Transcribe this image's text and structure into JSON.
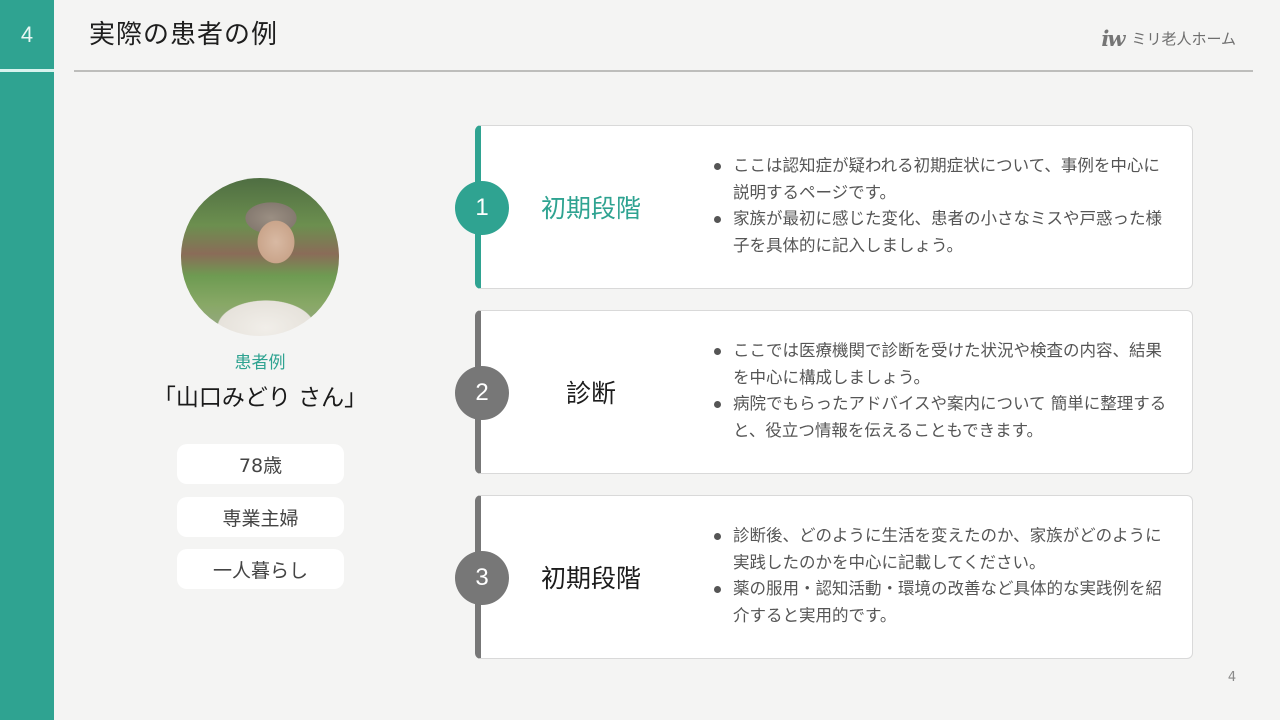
{
  "slide": {
    "section_number": "4",
    "title": "実際の患者の例",
    "page_number": "4"
  },
  "brand": {
    "logo_glyph": "iw",
    "name": "ミリ老人ホーム"
  },
  "patient": {
    "photo_icon": "patient-photo",
    "label": "患者例",
    "name": "「山口みどり さん」",
    "tags": [
      "78歳",
      "専業主婦",
      "一人暮らし"
    ]
  },
  "steps": [
    {
      "number": "1",
      "title": "初期段階",
      "active": true,
      "bullets": [
        "ここは認知症が疑われる初期症状について、事例を中心に説明するページです。",
        "家族が最初に感じた変化、患者の小さなミスや戸惑った様子を具体的に記入しましょう。"
      ]
    },
    {
      "number": "2",
      "title": "診断",
      "active": false,
      "bullets": [
        "ここでは医療機関で診断を受けた状況や検査の内容、結果を中心に構成しましょう。",
        "病院でもらったアドバイスや案内について 簡単に整理すると、役立つ情報を伝えることもできます。"
      ]
    },
    {
      "number": "3",
      "title": "初期段階",
      "active": false,
      "bullets": [
        "診断後、どのように生活を変えたのか、家族がどのように実践したのかを中心に記載してください。",
        "薬の服用・認知活動・環境の改善など具体的な実践例を紹介すると実用的です。"
      ]
    }
  ],
  "colors": {
    "accent": "#2fa391",
    "inactive": "#777777",
    "background": "#f4f4f3",
    "card": "#ffffff"
  }
}
